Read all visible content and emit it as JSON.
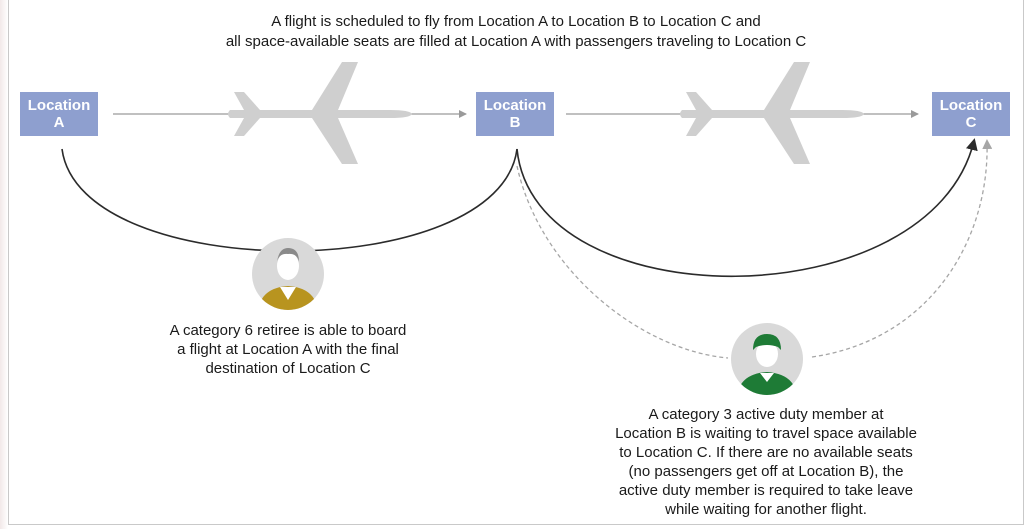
{
  "title": {
    "line1": "A flight is scheduled to fly from Location A to Location B to Location C and",
    "line2": "all space-available seats are filled at Location A with passengers traveling to Location C"
  },
  "locations": [
    {
      "line1": "Location",
      "line2": "A"
    },
    {
      "line1": "Location",
      "line2": "B"
    },
    {
      "line1": "Location",
      "line2": "C"
    }
  ],
  "retiree": {
    "icon": "retiree-person-icon",
    "lines": [
      "A category 6 retiree is able to board",
      "a flight at Location A with the final",
      "destination of Location C"
    ]
  },
  "active_duty": {
    "icon": "active-duty-person-icon",
    "lines": [
      "A category 3 active duty member at",
      "Location B  is waiting to travel space available",
      "to Location C. If there are no available seats",
      "(no passengers get off at Location B), the",
      "active duty member is required to take leave",
      "while waiting for another flight."
    ]
  },
  "colors": {
    "location_box": "#8e9fcf",
    "airplane": "#cfcfcf",
    "arc": "#2b2b2b",
    "retiree_shirt": "#b8941f",
    "active_duty_uniform": "#1e7b36"
  }
}
